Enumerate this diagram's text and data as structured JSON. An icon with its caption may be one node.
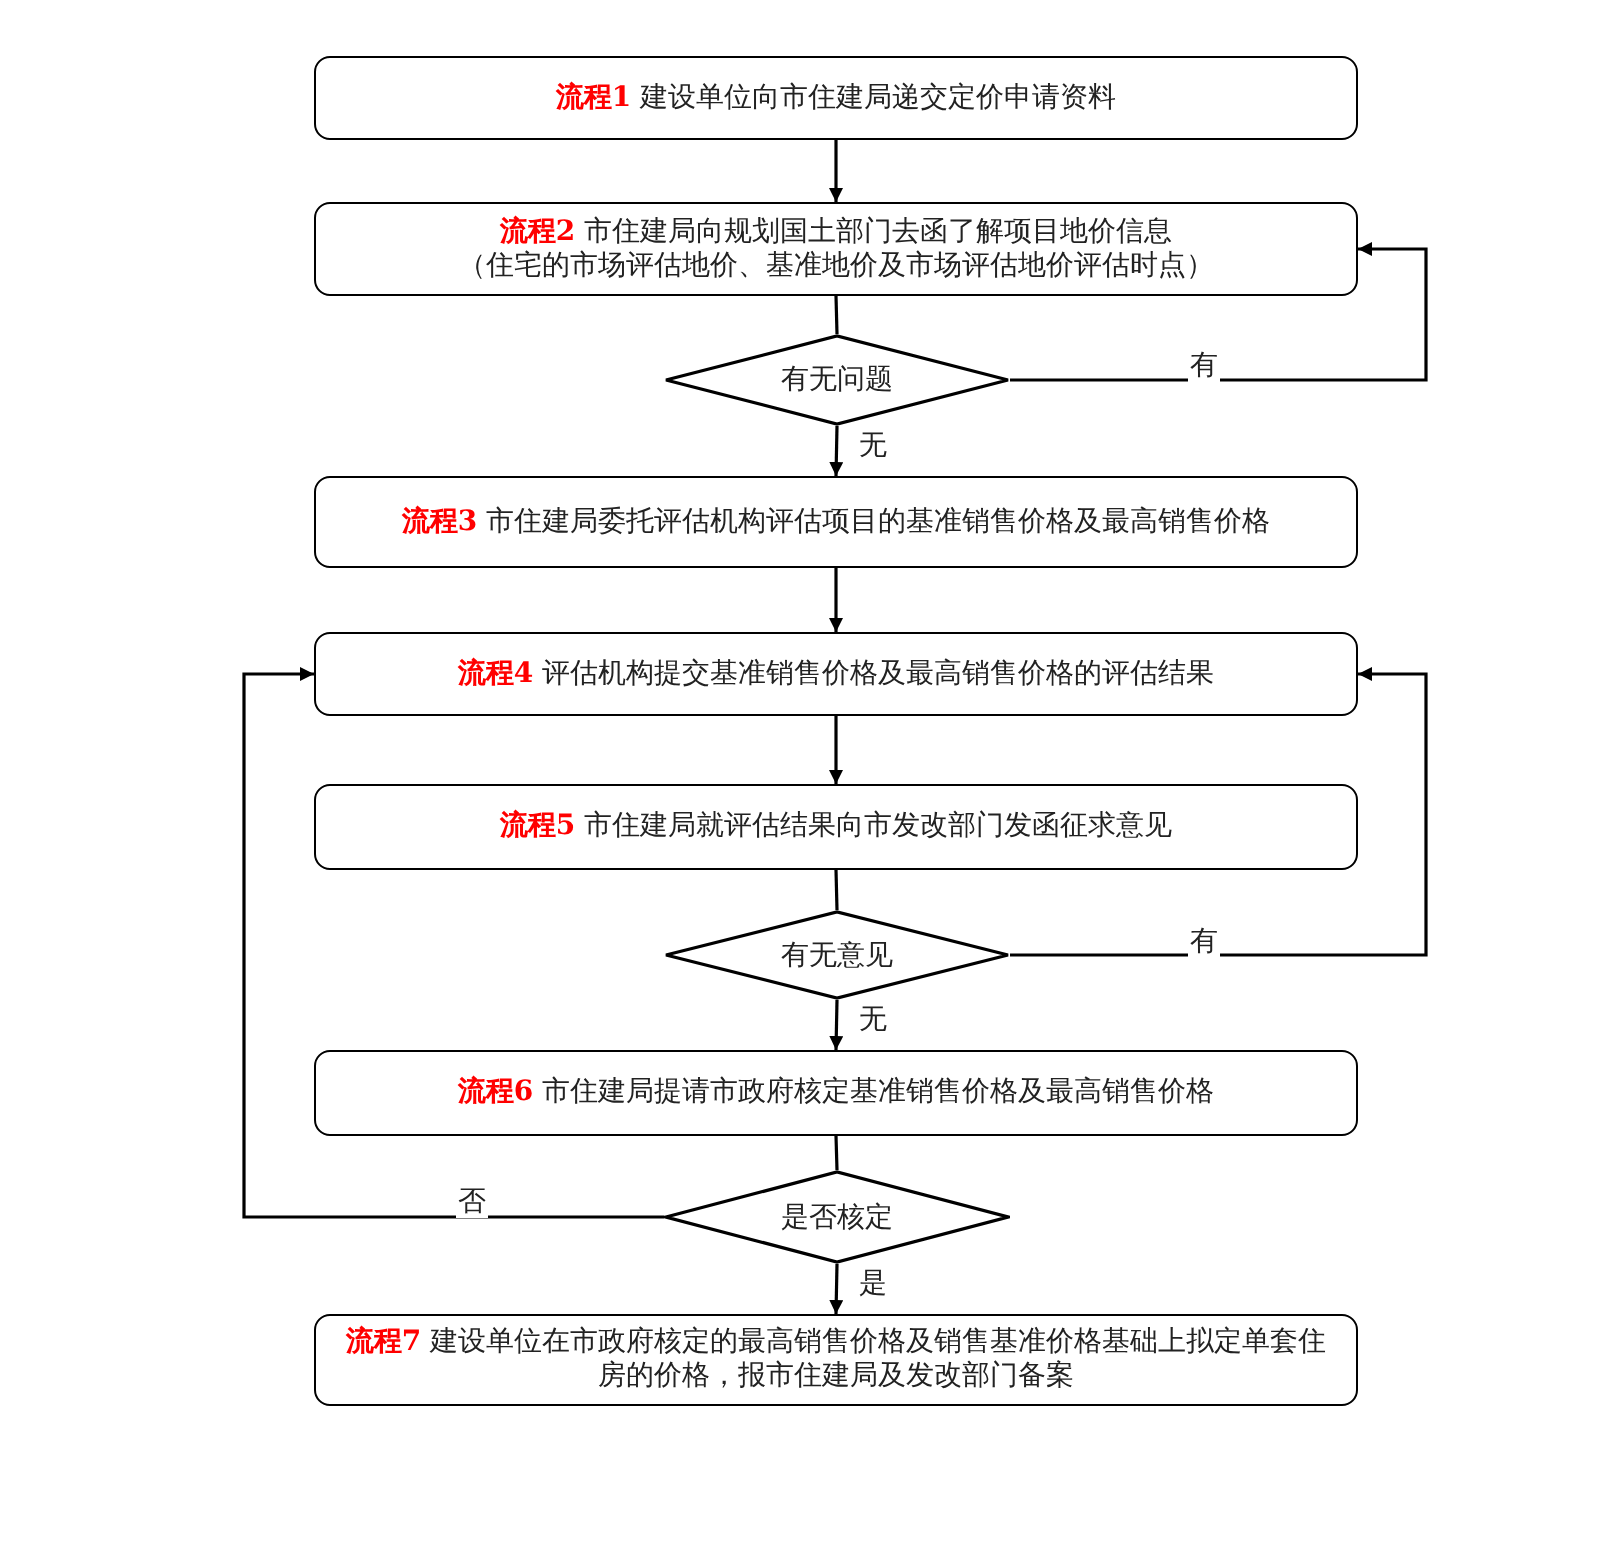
{
  "diagram": {
    "nodes": [
      {
        "text": [
          "流程1",
          "建设单位向市住建局递交定价申请资料"
        ]
      },
      {
        "text": [
          "流程2",
          "市住建局向规划国土部门去函了解项目地价信息",
          "（住宅的市场评估地价、基准地价及市场评估地价评估时点）"
        ]
      },
      {
        "text": [
          "有无问题"
        ]
      },
      {
        "text": [
          "流程3",
          "市住建局委托评估机构评估项目的基准销售价格及最高销售价格"
        ]
      },
      {
        "text": [
          "流程4",
          "评估机构提交基准销售价格及最高销售价格的评估结果"
        ]
      },
      {
        "text": [
          "流程5",
          "市住建局就评估结果向市发改部门发函征求意见"
        ]
      },
      {
        "text": [
          "有无意见"
        ]
      },
      {
        "text": [
          "流程6",
          "市住建局提请市政府核定基准销售价格及最高销售价格"
        ]
      },
      {
        "text": [
          "是否核定"
        ]
      },
      {
        "text": [
          "流程7",
          "建设单位在市政府核定的最高销售价格及销售基准价格基础上拟定单套住房的价格，报市住建局及发改部门备案"
        ]
      }
    ],
    "edges": [
      {
        "from": 0,
        "to": 1,
        "arrow": "to"
      },
      {
        "from": 1,
        "to": 2,
        "arrow": "none"
      },
      {
        "from": 2,
        "to": 3,
        "arrow": "to",
        "label": "无"
      },
      {
        "from": 2,
        "to": 1,
        "arrow": "to",
        "label": "有"
      },
      {
        "from": 3,
        "to": 4,
        "arrow": "to"
      },
      {
        "from": 4,
        "to": 5,
        "arrow": "to"
      },
      {
        "from": 5,
        "to": 6,
        "arrow": "none"
      },
      {
        "from": 6,
        "to": 7,
        "arrow": "to",
        "label": "无"
      },
      {
        "from": 6,
        "to": 4,
        "arrow": "to",
        "label": "有"
      },
      {
        "from": 7,
        "to": 8,
        "arrow": "none"
      },
      {
        "from": 8,
        "to": 9,
        "arrow": "to",
        "label": "是"
      },
      {
        "from": 8,
        "to": 4,
        "arrow": "to",
        "label": "否"
      }
    ]
  }
}
